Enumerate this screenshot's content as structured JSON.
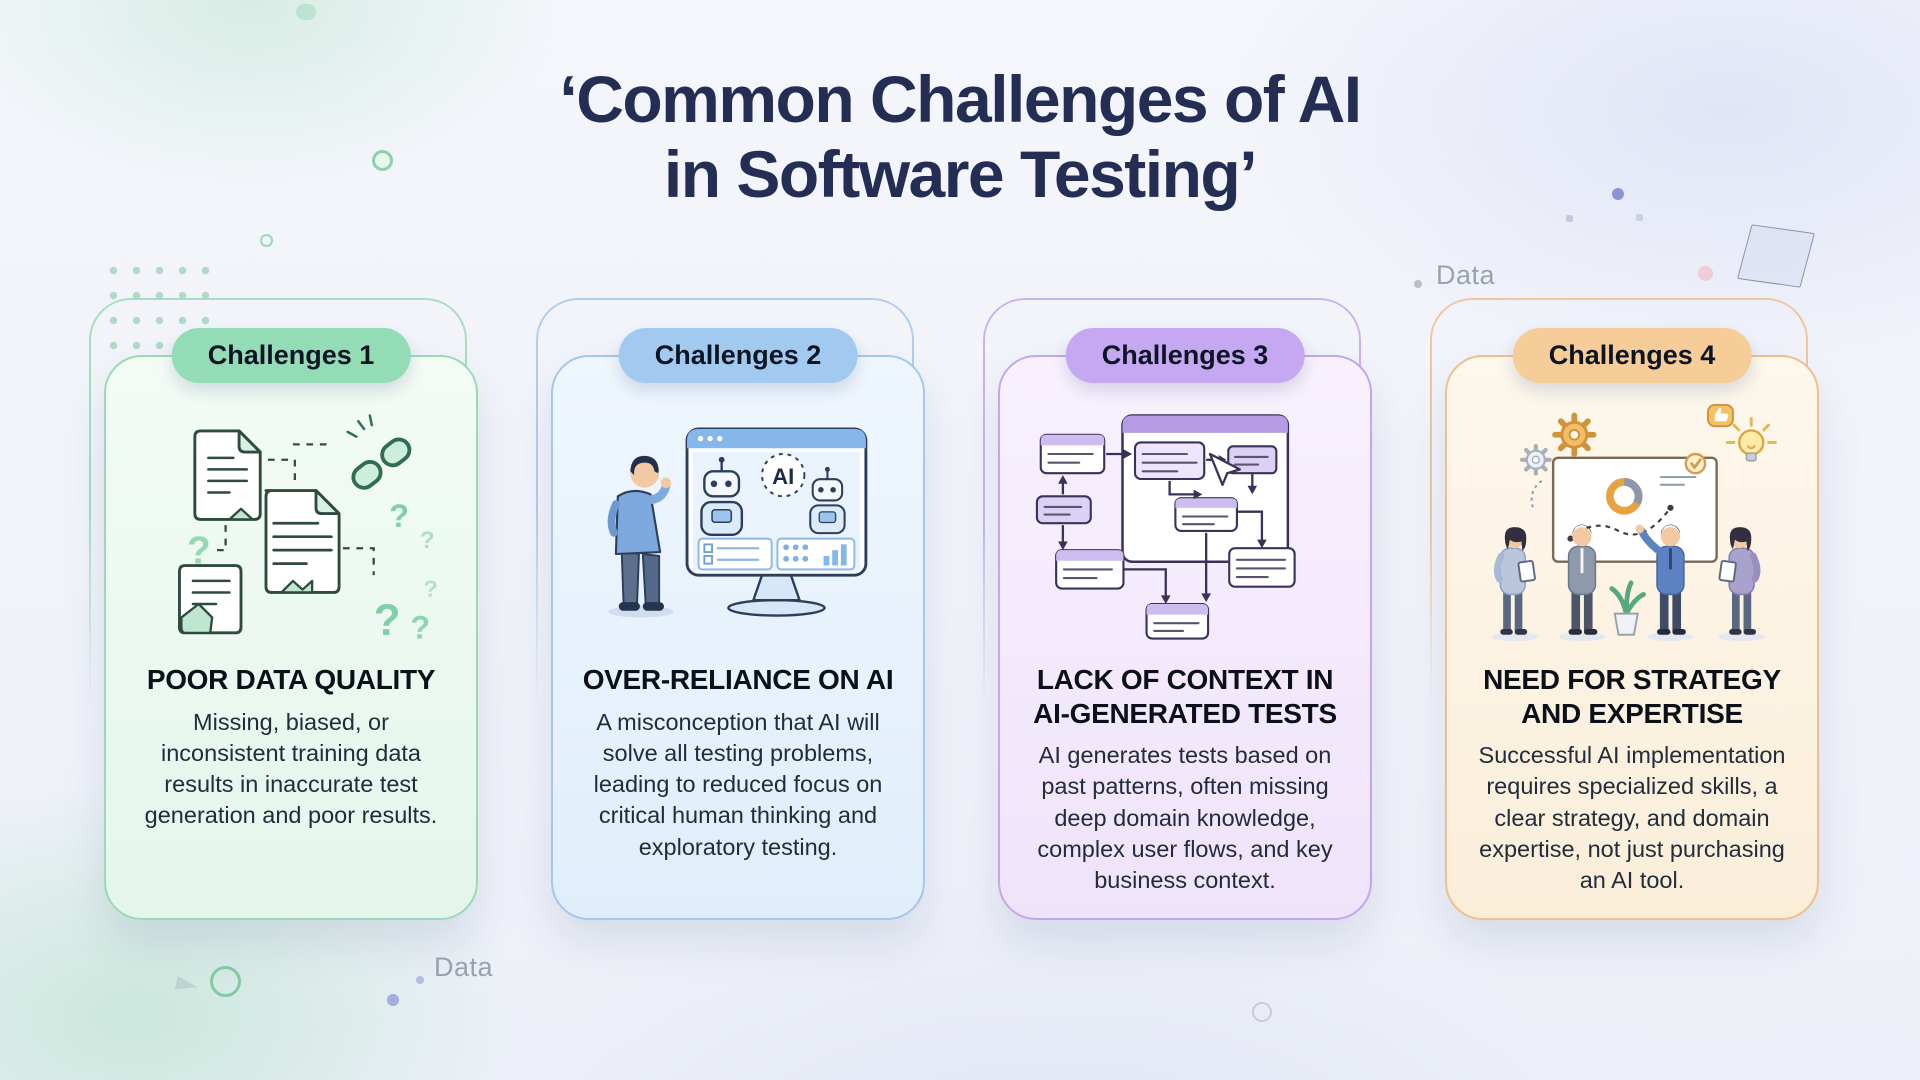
{
  "page": {
    "background": "#eef1f8",
    "title_color": "#242e55",
    "muted_label_color": "#9aa2b0"
  },
  "title": {
    "line1": "‘Common Challenges of AI",
    "line2": "in Software Testing’"
  },
  "decor": {
    "label_top_right": "Data",
    "label_bottom_left": "Data"
  },
  "cards": [
    {
      "badge": "Challenges 1",
      "heading": "POOR DATA QUALITY",
      "description": "Missing, biased, or inconsistent training data results in inaccurate test generation and poor results.",
      "illustration": "documents-broken-link-question-marks",
      "theme": {
        "accent": "#6cc196",
        "border": "#9bd9b6",
        "badge_bg": "#93dcb6",
        "badge_text": "#0d1524",
        "bg_top": "#f3fbf5",
        "bg_bottom": "#e4f6ec"
      }
    },
    {
      "badge": "Challenges 2",
      "heading": "OVER-RELIANCE ON AI",
      "description": "A misconception that AI will solve all testing problems, leading to reduced focus on critical human thinking and exploratory testing.",
      "illustration": "person-watching-ai-robots-monitor",
      "monitor_text": "AI",
      "theme": {
        "accent": "#7fb3e8",
        "border": "#a6c7ec",
        "badge_bg": "#a2c9f0",
        "badge_text": "#0d1524",
        "bg_top": "#eff6fd",
        "bg_bottom": "#e0eefb"
      }
    },
    {
      "badge": "Challenges 3",
      "heading": "LACK OF CONTEXT IN AI-GENERATED TESTS",
      "description": "AI generates tests based on past patterns, often missing deep domain knowledge, complex user flows, and key business context.",
      "illustration": "flowchart-window-with-cursor",
      "theme": {
        "accent": "#b49be4",
        "border": "#c3a7ec",
        "badge_bg": "#c6a8f2",
        "badge_text": "#0d1524",
        "bg_top": "#f8f1fd",
        "bg_bottom": "#efe3fa"
      }
    },
    {
      "badge": "Challenges 4",
      "heading": "NEED FOR STRATEGY AND EXPERTISE",
      "description": "Successful AI implementation requires specialized skills, a clear strategy, and domain expertise, not just purchasing an AI tool.",
      "illustration": "team-whiteboard-gears-lightbulb",
      "theme": {
        "accent": "#f0b567",
        "border": "#eec08e",
        "badge_bg": "#f6cc98",
        "badge_text": "#0d1524",
        "bg_top": "#fdf7ec",
        "bg_bottom": "#faeed9"
      }
    }
  ]
}
